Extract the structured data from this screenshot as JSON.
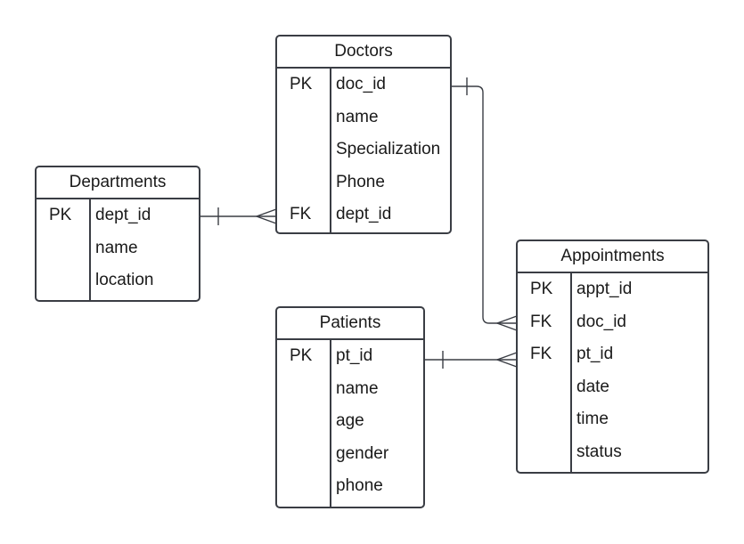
{
  "entities": {
    "doctors": {
      "title": "Doctors",
      "rows": [
        {
          "key": "PK",
          "field": "doc_id"
        },
        {
          "key": "",
          "field": "name"
        },
        {
          "key": "",
          "field": "Specialization"
        },
        {
          "key": "",
          "field": "Phone"
        },
        {
          "key": "FK",
          "field": "dept_id"
        }
      ]
    },
    "departments": {
      "title": "Departments",
      "rows": [
        {
          "key": "PK",
          "field": "dept_id"
        },
        {
          "key": "",
          "field": "name"
        },
        {
          "key": "",
          "field": "location"
        }
      ]
    },
    "patients": {
      "title": "Patients",
      "rows": [
        {
          "key": "PK",
          "field": "pt_id"
        },
        {
          "key": "",
          "field": "name"
        },
        {
          "key": "",
          "field": "age"
        },
        {
          "key": "",
          "field": "gender"
        },
        {
          "key": "",
          "field": "phone"
        }
      ]
    },
    "appointments": {
      "title": "Appointments",
      "rows": [
        {
          "key": "PK",
          "field": "appt_id"
        },
        {
          "key": "FK",
          "field": "doc_id"
        },
        {
          "key": "FK",
          "field": "pt_id"
        },
        {
          "key": "",
          "field": "date"
        },
        {
          "key": "",
          "field": "time"
        },
        {
          "key": "",
          "field": "status"
        }
      ]
    }
  },
  "colors": {
    "line": "#3a3d44",
    "text": "#1a1a1a",
    "background": "#ffffff"
  }
}
